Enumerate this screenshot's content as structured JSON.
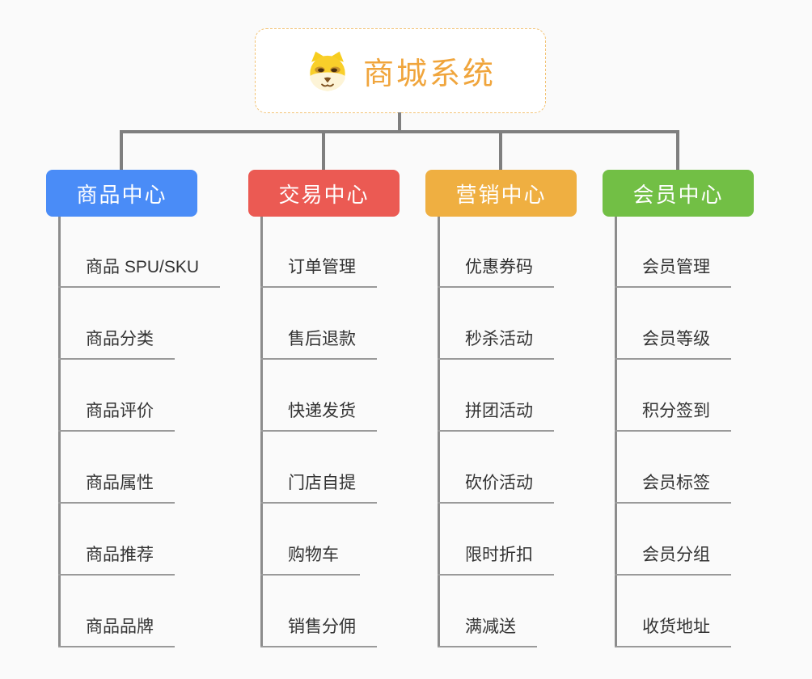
{
  "root": {
    "title": "商城系统",
    "icon": "dog-face-emoji"
  },
  "theme": {
    "background": "#fafafa",
    "root_border": "#f3c375",
    "root_text": "#f0a53c",
    "connector_line": "#7f7f7f",
    "subtopic_text": "#333333",
    "subtopic_underline": "#9a9a9a"
  },
  "branches": [
    {
      "label": "商品中心",
      "color": "#4a8cf7",
      "items": [
        "商品 SPU/SKU",
        "商品分类",
        "商品评价",
        "商品属性",
        "商品推荐",
        "商品品牌"
      ]
    },
    {
      "label": "交易中心",
      "color": "#eb5a53",
      "items": [
        "订单管理",
        "售后退款",
        "快递发货",
        "门店自提",
        "购物车",
        "销售分佣"
      ]
    },
    {
      "label": "营销中心",
      "color": "#efaf41",
      "items": [
        "优惠券码",
        "秒杀活动",
        "拼团活动",
        "砍价活动",
        "限时折扣",
        "满减送"
      ]
    },
    {
      "label": "会员中心",
      "color": "#72bf45",
      "items": [
        "会员管理",
        "会员等级",
        "积分签到",
        "会员标签",
        "会员分组",
        "收货地址"
      ]
    }
  ]
}
